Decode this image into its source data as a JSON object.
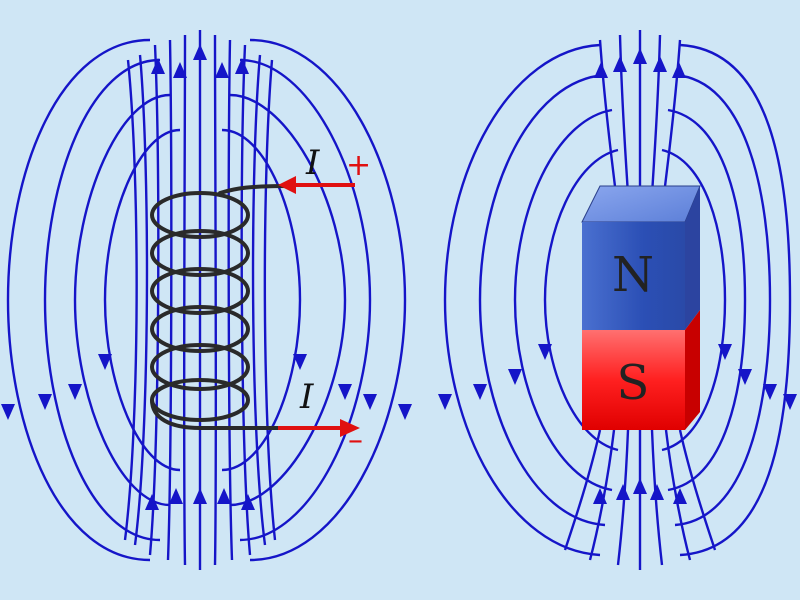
{
  "colors": {
    "background": "#cfe6f5",
    "field_line": "#1515c8",
    "current_arrow": "#e01010",
    "coil_wire": "#2a2a2a",
    "north": "#3a5fc0",
    "south": "#e61a1a"
  },
  "solenoid": {
    "current_in_label": "I",
    "current_in_sign": "+",
    "current_out_label": "I",
    "current_out_sign": "–"
  },
  "magnet": {
    "north_label": "N",
    "south_label": "S"
  }
}
